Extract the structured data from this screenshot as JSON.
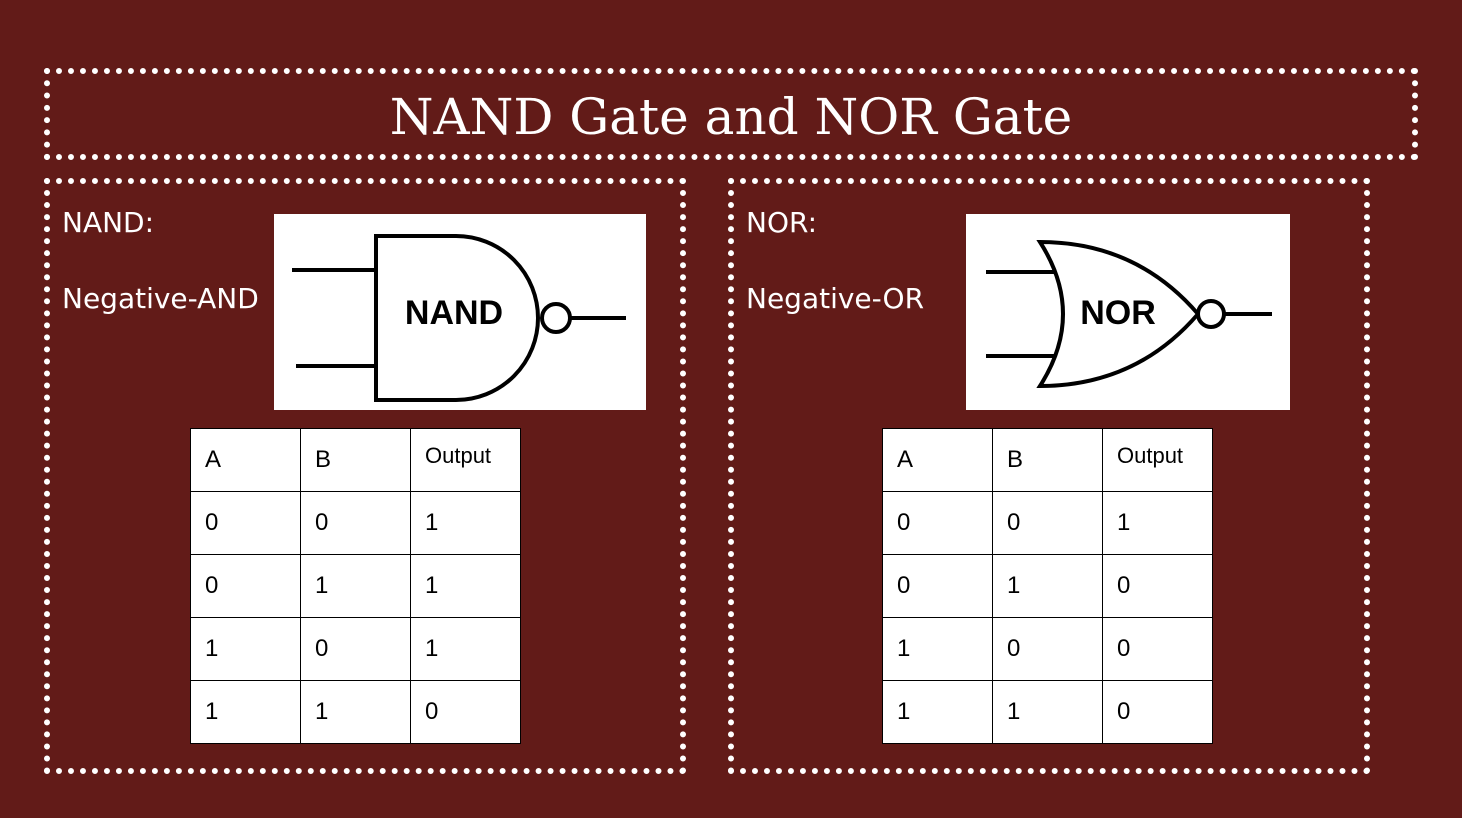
{
  "title": "NAND Gate and NOR Gate",
  "panels": {
    "nand": {
      "name": "NAND:",
      "description": "Negative-AND",
      "gate_label": "NAND",
      "table": {
        "headers": [
          "A",
          "B",
          "Output"
        ],
        "rows": [
          [
            "0",
            "0",
            "1"
          ],
          [
            "0",
            "1",
            "1"
          ],
          [
            "1",
            "0",
            "1"
          ],
          [
            "1",
            "1",
            "0"
          ]
        ]
      }
    },
    "nor": {
      "name": "NOR:",
      "description": "Negative-OR",
      "gate_label": "NOR",
      "table": {
        "headers": [
          "A",
          "B",
          "Output"
        ],
        "rows": [
          [
            "0",
            "0",
            "1"
          ],
          [
            "0",
            "1",
            "0"
          ],
          [
            "1",
            "0",
            "0"
          ],
          [
            "1",
            "1",
            "0"
          ]
        ]
      }
    }
  },
  "colors": {
    "background": "#621b18",
    "text": "#ffffff",
    "border": "#ffffff"
  }
}
